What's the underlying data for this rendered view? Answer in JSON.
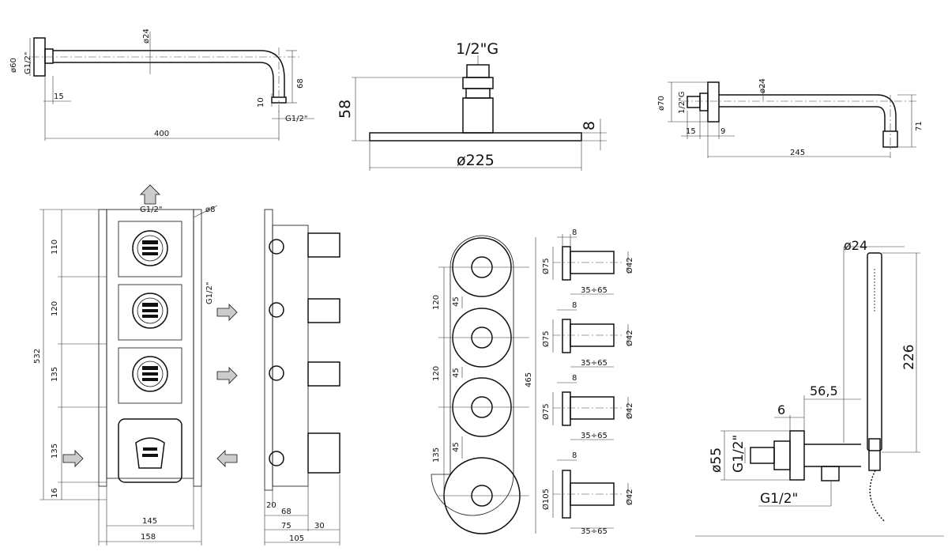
{
  "arm400": {
    "d60": "ø60",
    "thread_wall": "G1/2\"",
    "d24": "ø24",
    "h68": "68",
    "d10": "10",
    "thread_out": "G1/2\"",
    "d15": "15",
    "len400": "400"
  },
  "head225": {
    "thread": "1/2\"G",
    "h58": "58",
    "h8": "8",
    "dia": "ø225"
  },
  "arm245": {
    "d70": "ø70",
    "thread": "1/2\"G",
    "d24": "ø24",
    "d15": "15",
    "d9": "9",
    "h71": "71",
    "len245": "245"
  },
  "valve_front": {
    "thread_top": "G1/2\"",
    "d8": "ø8",
    "h110": "110",
    "h120": "120",
    "h135a": "135",
    "h135b": "135",
    "h16": "16",
    "total532": "532",
    "thread_side": "G1/2\"",
    "w145": "145",
    "w158": "158"
  },
  "valve_side": {
    "d20": "20",
    "d68": "68",
    "d75": "75",
    "d30": "30",
    "d105": "105"
  },
  "plate": {
    "p120a": "120",
    "p120b": "120",
    "p135": "135",
    "p45": "45",
    "h465": "465",
    "k8": "8",
    "k75": "Ø75",
    "k105": "Ø105",
    "k42": "Ø42",
    "k3565": "35÷65"
  },
  "handshower": {
    "d24": "ø24",
    "h226": "226",
    "w565": "56,5",
    "w6": "6",
    "d55": "ø55",
    "thread_in": "G1/2\"",
    "thread_out": "G1/2\""
  }
}
